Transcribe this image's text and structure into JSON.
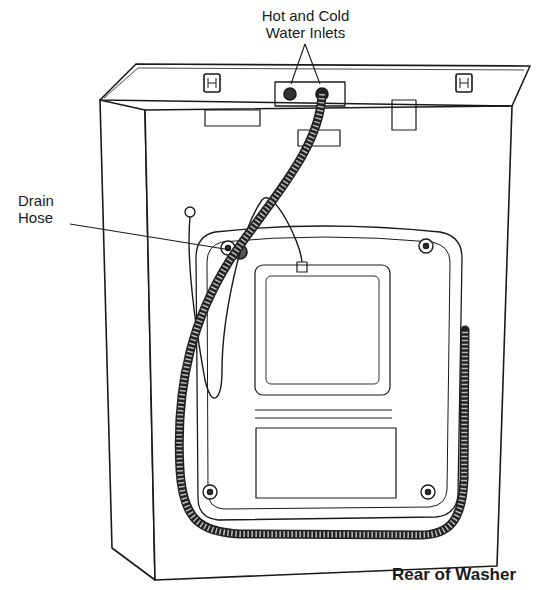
{
  "diagram": {
    "caption": "Rear of Washer",
    "labels": [
      "Hot and Cold Water Inlets",
      "Drain Hose"
    ]
  }
}
